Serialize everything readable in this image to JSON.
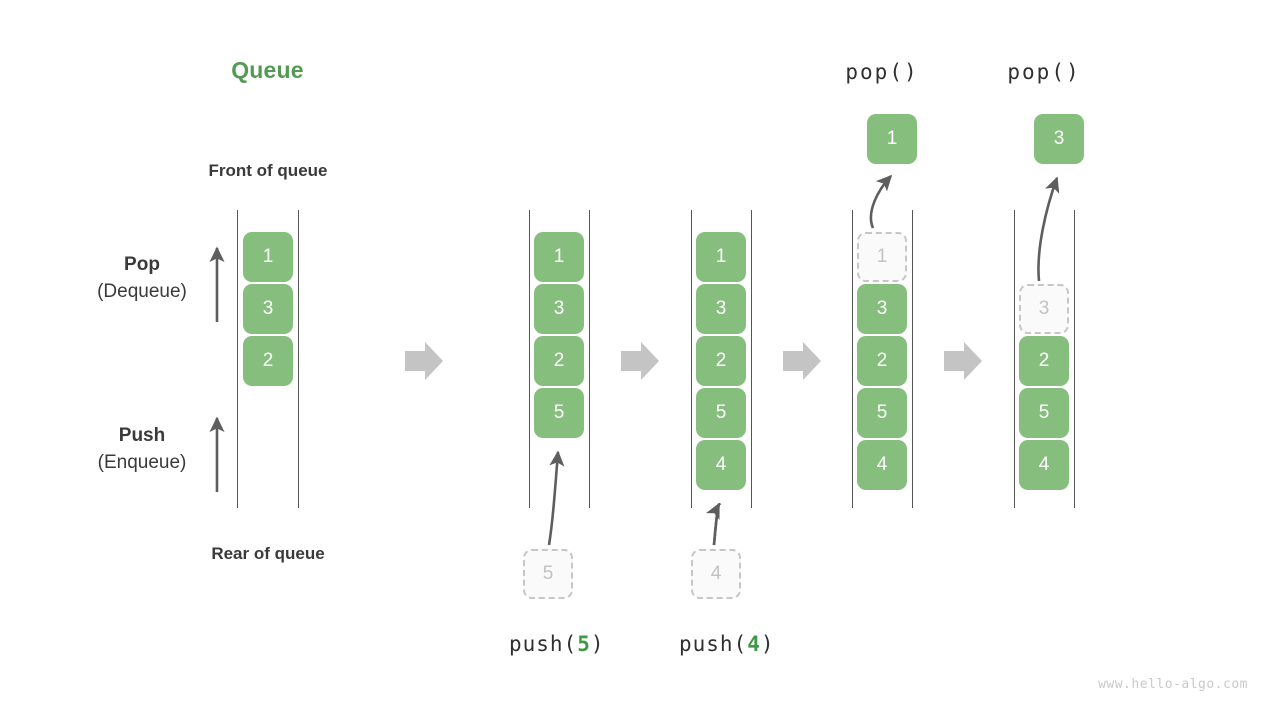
{
  "title": "Queue",
  "labels": {
    "front_of_queue": "Front of queue",
    "rear_of_queue": "Rear of queue",
    "pop_main": "Pop",
    "pop_sub": "(Dequeue)",
    "push_main": "Push",
    "push_sub": "(Enqueue)"
  },
  "colors": {
    "cell_fill": "#86be7e",
    "cell_text": "#ffffff",
    "ghost_fill": "#fafafa",
    "ghost_border": "#c6c6c6",
    "ghost_text": "#c2c2c2",
    "title_green": "#539b53",
    "accent_green": "#3f9a47",
    "arrow_gray": "#5e5e5e",
    "block_arrow_gray": "#c4c4c4",
    "rail_gray": "#555555",
    "watermark_gray": "#c9c9c9"
  },
  "panels": [
    {
      "id": "initial-queue",
      "heading": "",
      "cells": [
        "1",
        "3",
        "2"
      ],
      "ghost_index": -1,
      "incoming": null,
      "popped": null,
      "caption_prefix": "",
      "caption_value": "",
      "caption_suffix": ""
    },
    {
      "id": "after-push-5",
      "heading": "",
      "cells": [
        "1",
        "3",
        "2",
        "5"
      ],
      "ghost_index": -1,
      "incoming": "5",
      "popped": null,
      "caption_prefix": "push(",
      "caption_value": "5",
      "caption_suffix": ")"
    },
    {
      "id": "after-push-4",
      "heading": "",
      "cells": [
        "1",
        "3",
        "2",
        "5",
        "4"
      ],
      "ghost_index": -1,
      "incoming": "4",
      "popped": null,
      "caption_prefix": "push(",
      "caption_value": "4",
      "caption_suffix": ")"
    },
    {
      "id": "pop-first",
      "heading": "pop()",
      "cells": [
        "1",
        "3",
        "2",
        "5",
        "4"
      ],
      "ghost_index": 0,
      "incoming": null,
      "popped": "1",
      "caption_prefix": "",
      "caption_value": "",
      "caption_suffix": ""
    },
    {
      "id": "pop-second",
      "heading": "pop()",
      "cells": [
        "3",
        "2",
        "5",
        "4"
      ],
      "ghost_index": 0,
      "incoming": null,
      "popped": "3",
      "caption_prefix": "",
      "caption_value": "",
      "caption_suffix": ""
    }
  ],
  "panel_headings": {
    "pop_1": "pop()",
    "pop_2": "pop()"
  },
  "captions": {
    "push5_prefix": "push(",
    "push5_num": "5",
    "push5_suffix": ")",
    "push4_prefix": "push(",
    "push4_num": "4",
    "push4_suffix": ")"
  },
  "cells": {
    "p1": [
      "1",
      "3",
      "2"
    ],
    "p2": [
      "1",
      "3",
      "2",
      "5"
    ],
    "p3": [
      "1",
      "3",
      "2",
      "5",
      "4"
    ],
    "p4_ghost": "1",
    "p4": [
      "3",
      "2",
      "5",
      "4"
    ],
    "p4_popped": "1",
    "p5_ghost": "3",
    "p5": [
      "2",
      "5",
      "4"
    ],
    "p5_popped": "3",
    "incoming5": "5",
    "incoming4": "4"
  },
  "watermark": "www.hello-algo.com"
}
